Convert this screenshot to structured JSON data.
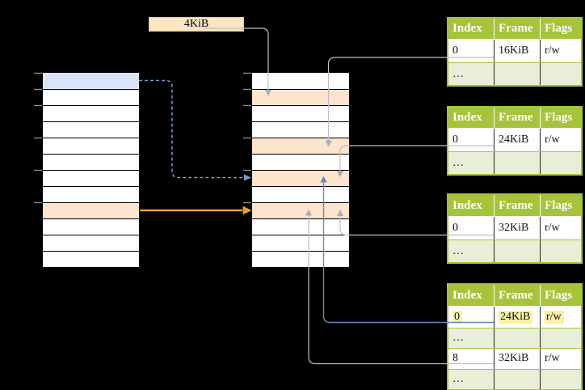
{
  "labels": {
    "page_size": "4KiB"
  },
  "palette": {
    "background": "#000000",
    "row_default": "#ffffff",
    "row_selected_blue": "#d9e4f5",
    "row_selected_orange": "#fce4cd",
    "mem_table_border": "#000000",
    "label_box_fill": "#fae7c0",
    "label_box_border": "#dccba0",
    "pt_header_green": "#a5c43a",
    "pt_row_light_green": "#e9efd6",
    "pt_row_white": "#ffffff",
    "pt_cell_divider": "#222222",
    "pt_header_divider": "#ffffff",
    "highlight_yellow": "#faf1a0",
    "gray_connector": "#bfbfc4",
    "gray_arrowhead": "#a7adb8",
    "blue_connector": "#6589bd",
    "blue_dashed_connector": "#7c9ad0",
    "orange_connector": "#e2a12f",
    "tick_gray": "#8a8a8a"
  },
  "left_table": {
    "description": "virtual address space column, empty rows",
    "rows": [
      "blue",
      "white",
      "white",
      "white",
      "white",
      "white",
      "white",
      "white",
      "orange",
      "white",
      "white",
      "white"
    ]
  },
  "middle_table": {
    "description": "physical memory column, empty rows",
    "rows": [
      "white",
      "orange",
      "white",
      "white",
      "orange",
      "white",
      "orange",
      "white",
      "orange",
      "white",
      "white",
      "white"
    ]
  },
  "page_tables": [
    {
      "id": "page-table-1",
      "headers": [
        "Index",
        "Frame",
        "Flags"
      ],
      "rows": [
        {
          "cells": [
            "0",
            "16KiB",
            "r/w"
          ],
          "shaded": false,
          "highlighted": false
        },
        {
          "cells": [
            "…",
            "",
            ""
          ],
          "shaded": true,
          "highlighted": false
        }
      ]
    },
    {
      "id": "page-table-2",
      "headers": [
        "Index",
        "Frame",
        "Flags"
      ],
      "rows": [
        {
          "cells": [
            "0",
            "24KiB",
            "r/w"
          ],
          "shaded": false,
          "highlighted": false
        },
        {
          "cells": [
            "…",
            "",
            ""
          ],
          "shaded": true,
          "highlighted": false
        }
      ]
    },
    {
      "id": "page-table-3",
      "headers": [
        "Index",
        "Frame",
        "Flags"
      ],
      "rows": [
        {
          "cells": [
            "0",
            "32KiB",
            "r/w"
          ],
          "shaded": false,
          "highlighted": false
        },
        {
          "cells": [
            "…",
            "",
            ""
          ],
          "shaded": true,
          "highlighted": false
        }
      ]
    },
    {
      "id": "page-table-4",
      "headers": [
        "Index",
        "Frame",
        "Flags"
      ],
      "rows": [
        {
          "cells": [
            "0",
            "24KiB",
            "r/w"
          ],
          "shaded": false,
          "highlighted": true
        },
        {
          "cells": [
            "…",
            "",
            ""
          ],
          "shaded": true,
          "highlighted": false
        },
        {
          "cells": [
            "8",
            "32KiB",
            "r/w"
          ],
          "shaded": false,
          "highlighted": false
        },
        {
          "cells": [
            "…",
            "",
            ""
          ],
          "shaded": true,
          "highlighted": false
        }
      ]
    }
  ],
  "connectors": [
    {
      "name": "page-size-to-frame-arrow",
      "style": "gray",
      "from": "page-size-label",
      "to": "physical-frame-row-2"
    },
    {
      "name": "pt1-location-arrow",
      "style": "gray",
      "from": "page-table-1-row-0",
      "to": "physical-frame-row-5"
    },
    {
      "name": "pt2-location-arrow",
      "style": "gray",
      "from": "page-table-2-row-0",
      "to": "physical-frame-row-7"
    },
    {
      "name": "pt3-location-arrow",
      "style": "gray",
      "from": "page-table-3-row-0",
      "to": "physical-frame-row-9"
    },
    {
      "name": "pt4-entry0-arrow",
      "style": "blue",
      "from": "page-table-4-row-0",
      "to": "physical-frame-row-7"
    },
    {
      "name": "pt4-entry8-arrow",
      "style": "gray",
      "from": "page-table-4-row-8",
      "to": "physical-frame-row-9"
    },
    {
      "name": "virtual-page-lookup-arrow",
      "style": "blue-dashed",
      "from": "virtual-page-row-1",
      "to": "physical-frame-row-7"
    },
    {
      "name": "virtual-page-direct-arrow",
      "style": "orange",
      "from": "virtual-page-row-9",
      "to": "physical-frame-row-9"
    }
  ]
}
